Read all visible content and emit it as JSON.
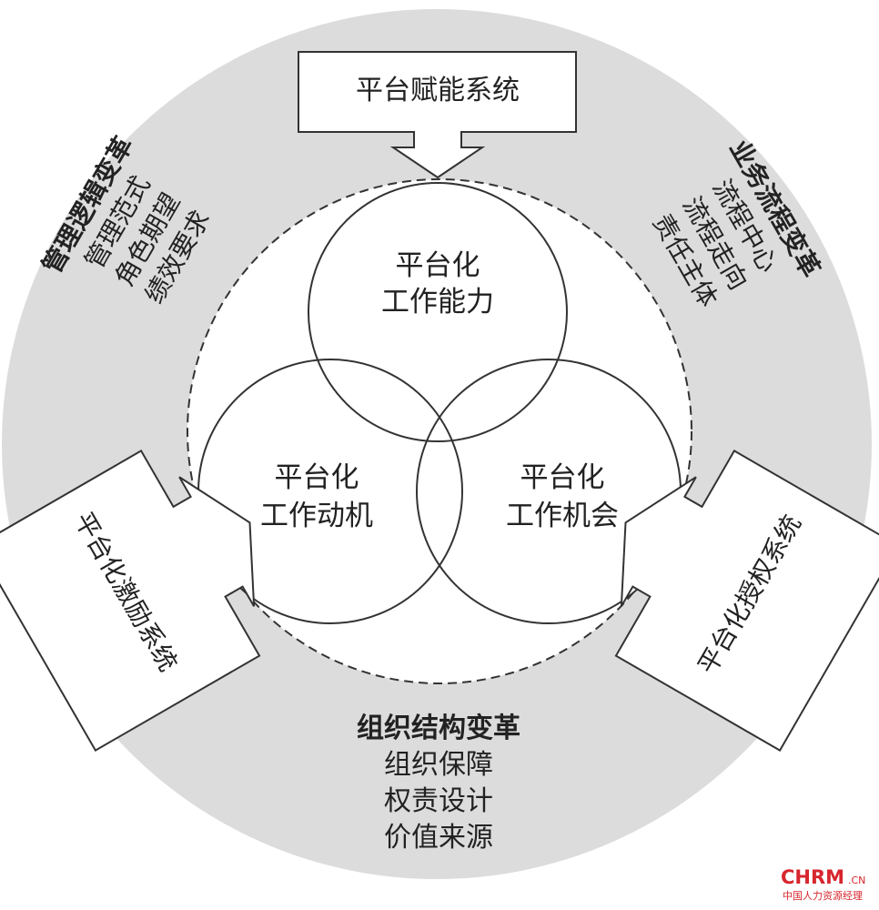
{
  "center": {
    "top_circle": [
      "平台化",
      "工作能力"
    ],
    "left_circle": [
      "平台化",
      "工作动机"
    ],
    "right_circle": [
      "平台化",
      "工作机会"
    ]
  },
  "arrows": {
    "top": "平台赋能系统",
    "left": "平台化激励系统",
    "right": "平台化授权系统"
  },
  "left_text": {
    "title": "管理逻辑变革",
    "items": [
      "管理范式",
      "角色期望",
      "绩效要求"
    ]
  },
  "right_text": {
    "title": "业务流程变革",
    "items": [
      "流程中心",
      "流程走向",
      "责任主体"
    ]
  },
  "bottom_text": {
    "title": "组织结构变革",
    "items": [
      "组织保障",
      "权责设计",
      "价值来源"
    ]
  },
  "watermark": {
    "brand": "CHRM",
    "suffix": ".CN",
    "tagline": "中国人力资源经理",
    "color": "#d7262e"
  }
}
